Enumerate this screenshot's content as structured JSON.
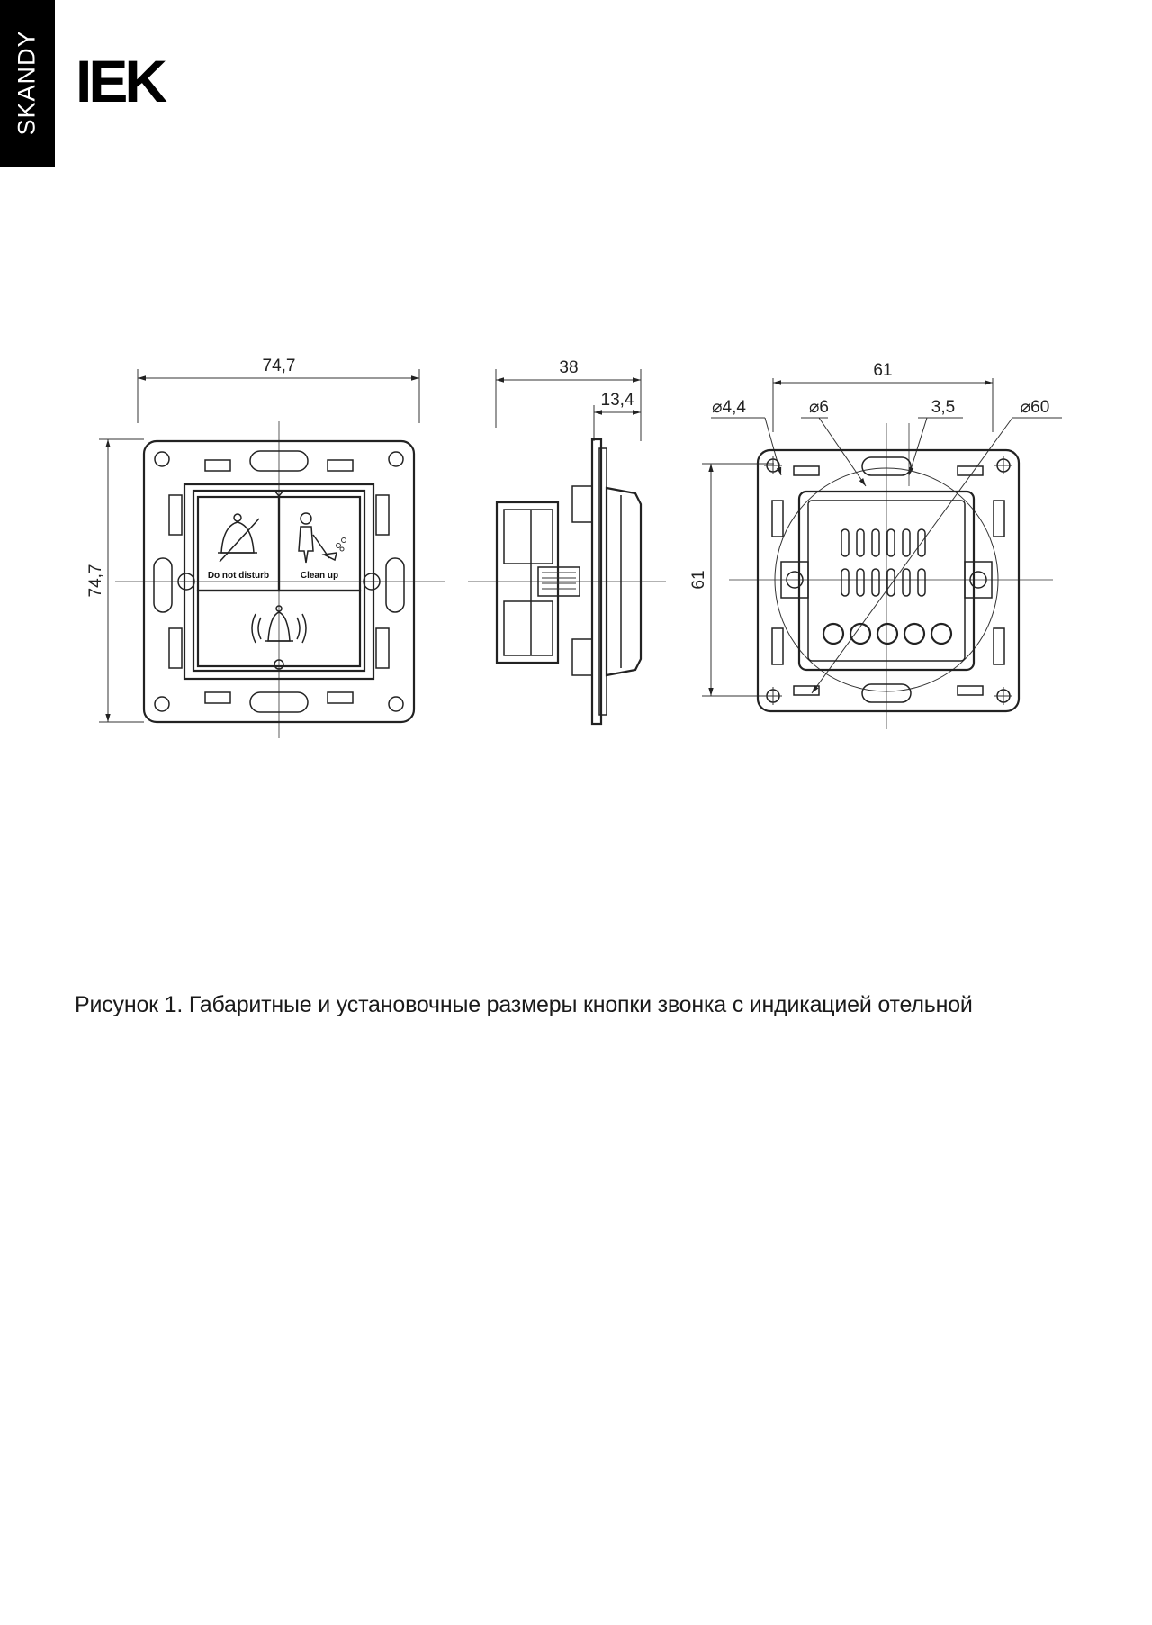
{
  "brand": {
    "series": "SKANDY",
    "logo": "IEK"
  },
  "drawing": {
    "front_view": {
      "width_dim": "74,7",
      "height_dim": "74,7",
      "button_labels": [
        "Do not disturb",
        "Clean up"
      ]
    },
    "side_view": {
      "depth_dim": "38",
      "plate_dim": "13,4"
    },
    "back_view": {
      "width_dim": "61",
      "height_dim": "61",
      "hole_dim": "⌀4,4",
      "slot_dim": "⌀6",
      "gap_dim": "3,5",
      "mount_dim": "⌀60"
    }
  },
  "caption": "Рисунок 1. Габаритные и установочные размеры кнопки звонка с индикацией отельной"
}
